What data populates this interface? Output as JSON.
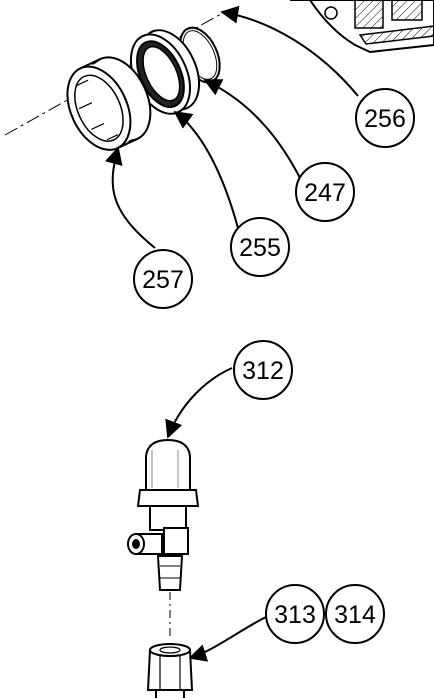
{
  "diagram": {
    "callouts": [
      {
        "id": "c256",
        "label": "256"
      },
      {
        "id": "c247",
        "label": "247"
      },
      {
        "id": "c255",
        "label": "255"
      },
      {
        "id": "c257",
        "label": "257"
      },
      {
        "id": "c312",
        "label": "312"
      },
      {
        "id": "c313",
        "label": "313"
      },
      {
        "id": "c314",
        "label": "314"
      }
    ],
    "colors": {
      "ink": "#000000",
      "paper": "#ffffff",
      "shade": "#dddddd"
    }
  }
}
